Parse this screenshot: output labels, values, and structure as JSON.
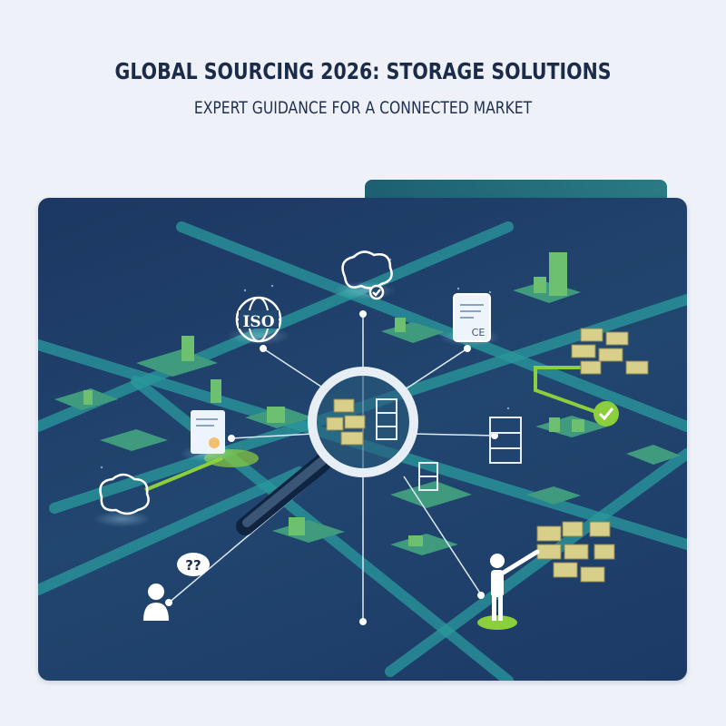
{
  "header": {
    "title": "GLOBAL SOURCING 2026: STORAGE SOLUTIONS",
    "subtitle": "EXPERT GUIDANCE FOR A CONNECTED MARKET"
  },
  "illustration": {
    "iso_badge": "ISO",
    "ce_mark": "CE",
    "question_bubble": "??",
    "icons": [
      "magnifying-glass-icon",
      "iso-globe-icon",
      "brain-check-icon",
      "certificate-ce-icon",
      "certificate-seal-icon",
      "brain-icon",
      "person-question-icon",
      "person-pointing-icon",
      "check-circle-icon",
      "storage-shelf-icon",
      "container-stack-icon"
    ],
    "colors": {
      "background": "#eef2f8",
      "panel": "#1f4270",
      "road": "#2fb3a8",
      "accent_green": "#8ccf3c",
      "title": "#1b2b4a"
    }
  }
}
